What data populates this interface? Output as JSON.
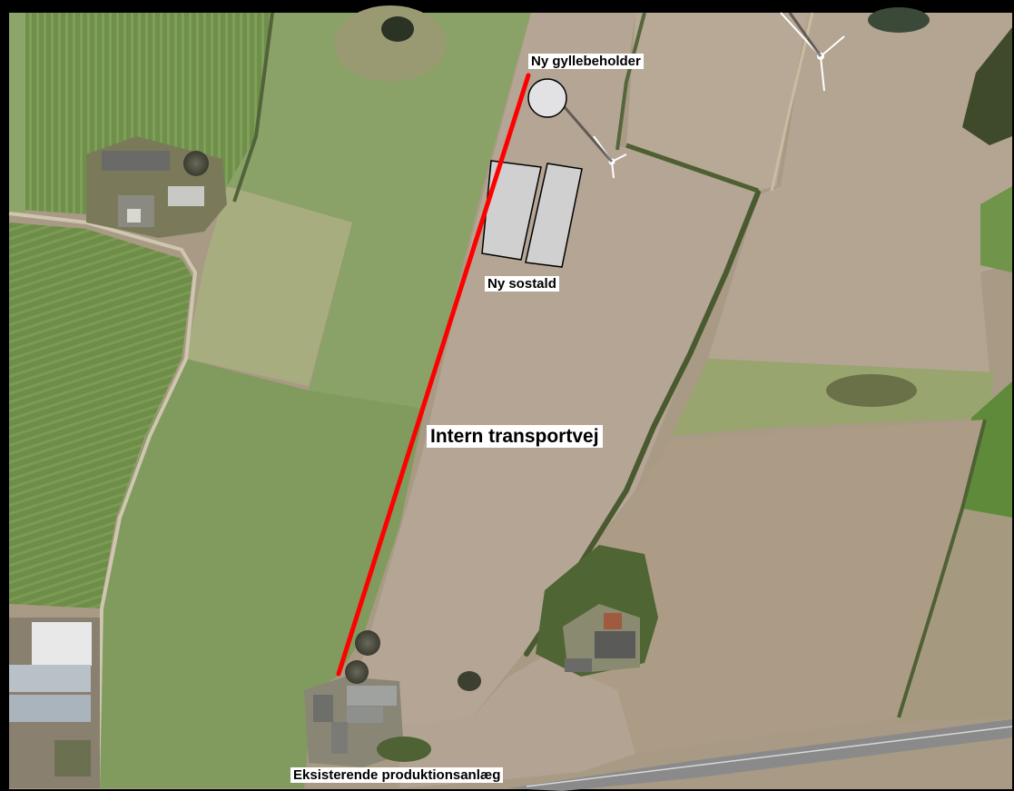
{
  "map": {
    "labels": {
      "slurry_tank": "Ny gyllebeholder",
      "new_barn": "Ny sostald",
      "internal_road": "Intern transportvej",
      "existing_facility": "Eksisterende produktionsanlæg"
    },
    "colors": {
      "route": "#ff0000",
      "field_green": "#7f9a5c",
      "field_brown": "#b2a08e",
      "new_building_fill": "#d0d0d0",
      "label_background": "#ffffff"
    }
  }
}
